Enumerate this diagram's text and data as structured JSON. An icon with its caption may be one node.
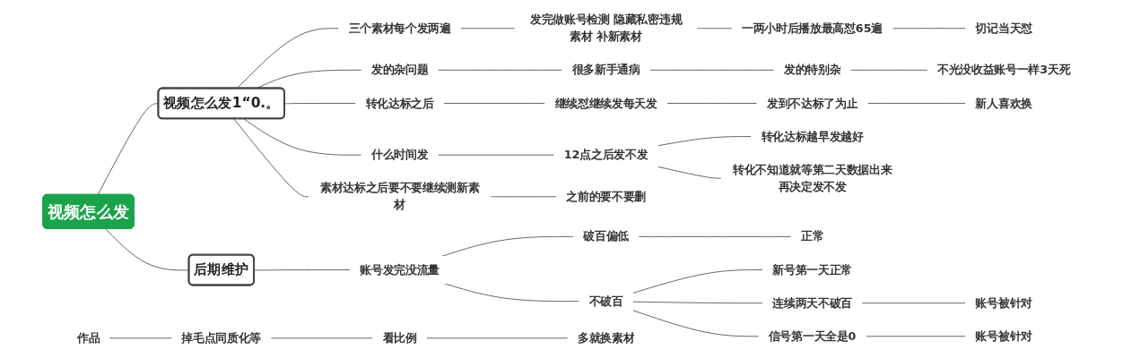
{
  "diagram": {
    "nodes": [
      {
        "text": [
          "视频怎么发"
        ]
      },
      {
        "text": [
          "视频怎么发1“0.。"
        ]
      },
      {
        "text": [
          "三个素材每个发两遍"
        ]
      },
      {
        "text": [
          "发完做账号检测 隐藏私密违规素材 补新素材"
        ]
      },
      {
        "text": [
          "一两小时后播放最高怼65遍"
        ]
      },
      {
        "text": [
          "切记当天怼"
        ]
      },
      {
        "text": [
          "发的杂问题"
        ]
      },
      {
        "text": [
          "很多新手通病"
        ]
      },
      {
        "text": [
          "发的特别杂"
        ]
      },
      {
        "text": [
          "不光没收益账号一样3天死"
        ]
      },
      {
        "text": [
          "转化达标之后"
        ]
      },
      {
        "text": [
          "继续怼继续发每天发"
        ]
      },
      {
        "text": [
          "发到不达标了为止"
        ]
      },
      {
        "text": [
          "新人喜欢换"
        ]
      },
      {
        "text": [
          "什么时间发"
        ]
      },
      {
        "text": [
          "12点之后发不发"
        ]
      },
      {
        "text": [
          "转化达标越早发越好"
        ]
      },
      {
        "text": [
          "转化不知道就等第二天数据出来再决定发不发"
        ]
      },
      {
        "text": [
          "素材达标之后要不要继续测新素材"
        ]
      },
      {
        "text": [
          "之前的要不要删"
        ]
      },
      {
        "text": [
          "后期维护"
        ]
      },
      {
        "text": [
          "账号发完没流量"
        ]
      },
      {
        "text": [
          "破百偏低"
        ]
      },
      {
        "text": [
          "正常"
        ]
      },
      {
        "text": [
          "不破百"
        ]
      },
      {
        "text": [
          "新号第一天正常"
        ]
      },
      {
        "text": [
          "连续两天不破百"
        ]
      },
      {
        "text": [
          "账号被针对"
        ]
      },
      {
        "text": [
          "信号第一天全是0"
        ]
      },
      {
        "text": [
          "账号被针对"
        ]
      },
      {
        "text": [
          "作品"
        ]
      },
      {
        "text": [
          "掉毛点同质化等"
        ]
      },
      {
        "text": [
          "看比例"
        ]
      },
      {
        "text": [
          "多就换素材"
        ]
      }
    ],
    "edges": [
      {
        "from": 0,
        "to": 1,
        "arrow": "none"
      },
      {
        "from": 1,
        "to": 2,
        "arrow": "none"
      },
      {
        "from": 2,
        "to": 3,
        "arrow": "none"
      },
      {
        "from": 3,
        "to": 4,
        "arrow": "none"
      },
      {
        "from": 4,
        "to": 5,
        "arrow": "none"
      },
      {
        "from": 1,
        "to": 6,
        "arrow": "none"
      },
      {
        "from": 6,
        "to": 7,
        "arrow": "none"
      },
      {
        "from": 7,
        "to": 8,
        "arrow": "none"
      },
      {
        "from": 8,
        "to": 9,
        "arrow": "none"
      },
      {
        "from": 1,
        "to": 10,
        "arrow": "none"
      },
      {
        "from": 10,
        "to": 11,
        "arrow": "none"
      },
      {
        "from": 11,
        "to": 12,
        "arrow": "none"
      },
      {
        "from": 12,
        "to": 13,
        "arrow": "none"
      },
      {
        "from": 1,
        "to": 14,
        "arrow": "none"
      },
      {
        "from": 14,
        "to": 15,
        "arrow": "none"
      },
      {
        "from": 15,
        "to": 16,
        "arrow": "none"
      },
      {
        "from": 15,
        "to": 17,
        "arrow": "none"
      },
      {
        "from": 1,
        "to": 18,
        "arrow": "none"
      },
      {
        "from": 18,
        "to": 19,
        "arrow": "none"
      },
      {
        "from": 0,
        "to": 20,
        "arrow": "none"
      },
      {
        "from": 20,
        "to": 21,
        "arrow": "none"
      },
      {
        "from": 21,
        "to": 22,
        "arrow": "none"
      },
      {
        "from": 22,
        "to": 23,
        "arrow": "none"
      },
      {
        "from": 21,
        "to": 24,
        "arrow": "none"
      },
      {
        "from": 24,
        "to": 25,
        "arrow": "none"
      },
      {
        "from": 24,
        "to": 26,
        "arrow": "none"
      },
      {
        "from": 26,
        "to": 27,
        "arrow": "none"
      },
      {
        "from": 24,
        "to": 28,
        "arrow": "none"
      },
      {
        "from": 28,
        "to": 29,
        "arrow": "none"
      },
      {
        "from": 30,
        "to": 31,
        "arrow": "none"
      },
      {
        "from": 31,
        "to": 32,
        "arrow": "none"
      },
      {
        "from": 32,
        "to": 33,
        "arrow": "none"
      }
    ]
  }
}
